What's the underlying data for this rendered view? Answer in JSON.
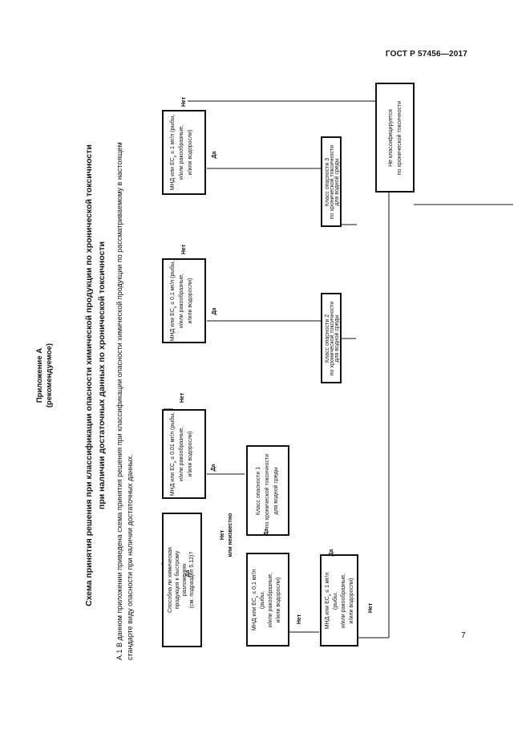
{
  "header": {
    "standard_code": "ГОСТ Р 57456—2017"
  },
  "appendix": {
    "title": "Приложение А",
    "status": "(рекомендуемое)",
    "heading_line1": "Схема принятия решения при классификации опасности химической продукции по хронической токсичности",
    "heading_line2": "при наличии достаточных данных по хронической токсичности"
  },
  "note": {
    "line1": "А.1 В данном приложении приведена схема принятия решения при классификации опасности химической продукции по рассматриваемому в настоящем",
    "line2": "стандарте виду опасности при наличии достаточных данных."
  },
  "flowchart": {
    "start": {
      "line1": "Способна ли химическая",
      "line2": "продукция к быстрому",
      "line3": "разложению",
      "line4": "(см. подраздел 5.12)?"
    },
    "q_a1": {
      "line1": "МНД или EC",
      "sub": "x",
      "line1_tail": " ≤ 0,01 мг/л (рыбы,",
      "line2": "и/или ракообразные,",
      "line3": "и/или водоросли)"
    },
    "q_a2": {
      "line1": "МНД или EC",
      "sub": "x",
      "line1_tail": " ≤ 0,1 мг/л (рыбы,",
      "line2": "и/или ракообразные,",
      "line3": "и/или водоросли)"
    },
    "q_a3": {
      "line1": "МНД или EC",
      "sub": "x",
      "line1_tail": " ≤ 1 мг/л (рыбы,",
      "line2": "и/или ракообразные,",
      "line3": "и/или водоросли)"
    },
    "q_b1": {
      "line1": "МНД или EC",
      "sub": "x",
      "line1_tail": " ≤ 0,1 мг/л",
      "line2": "(рыбы,",
      "line3": "и/или ракообразные,",
      "line4": "и/или водоросли)"
    },
    "q_b2": {
      "line1": "МНД или EC",
      "sub": "x",
      "line1_tail": " ≤ 1 мг/л",
      "line2": "(рыбы,",
      "line3": "и/или ракообразные,",
      "line4": "и/или водоросли)"
    },
    "class1": {
      "line1": "Класс опасности 1",
      "line2": "по хронической токсичности",
      "line3": "для водной среды"
    },
    "class2": {
      "line1": "Класс опасности 2",
      "line2": "по хронической токсичности",
      "line3": "для водной среды"
    },
    "class3": {
      "line1": "Класс опасности 3",
      "line2": "по хронической токсичности",
      "line3": "для водной среды"
    },
    "not_classified": {
      "line1": "Не классифицируется",
      "line2": "по хронической токсичности"
    },
    "labels": {
      "yes": "Да",
      "no": "Нет",
      "no_or_unknown_line1": "Нет",
      "no_or_unknown_line2": "или неизвестно"
    }
  },
  "page_number": "7"
}
